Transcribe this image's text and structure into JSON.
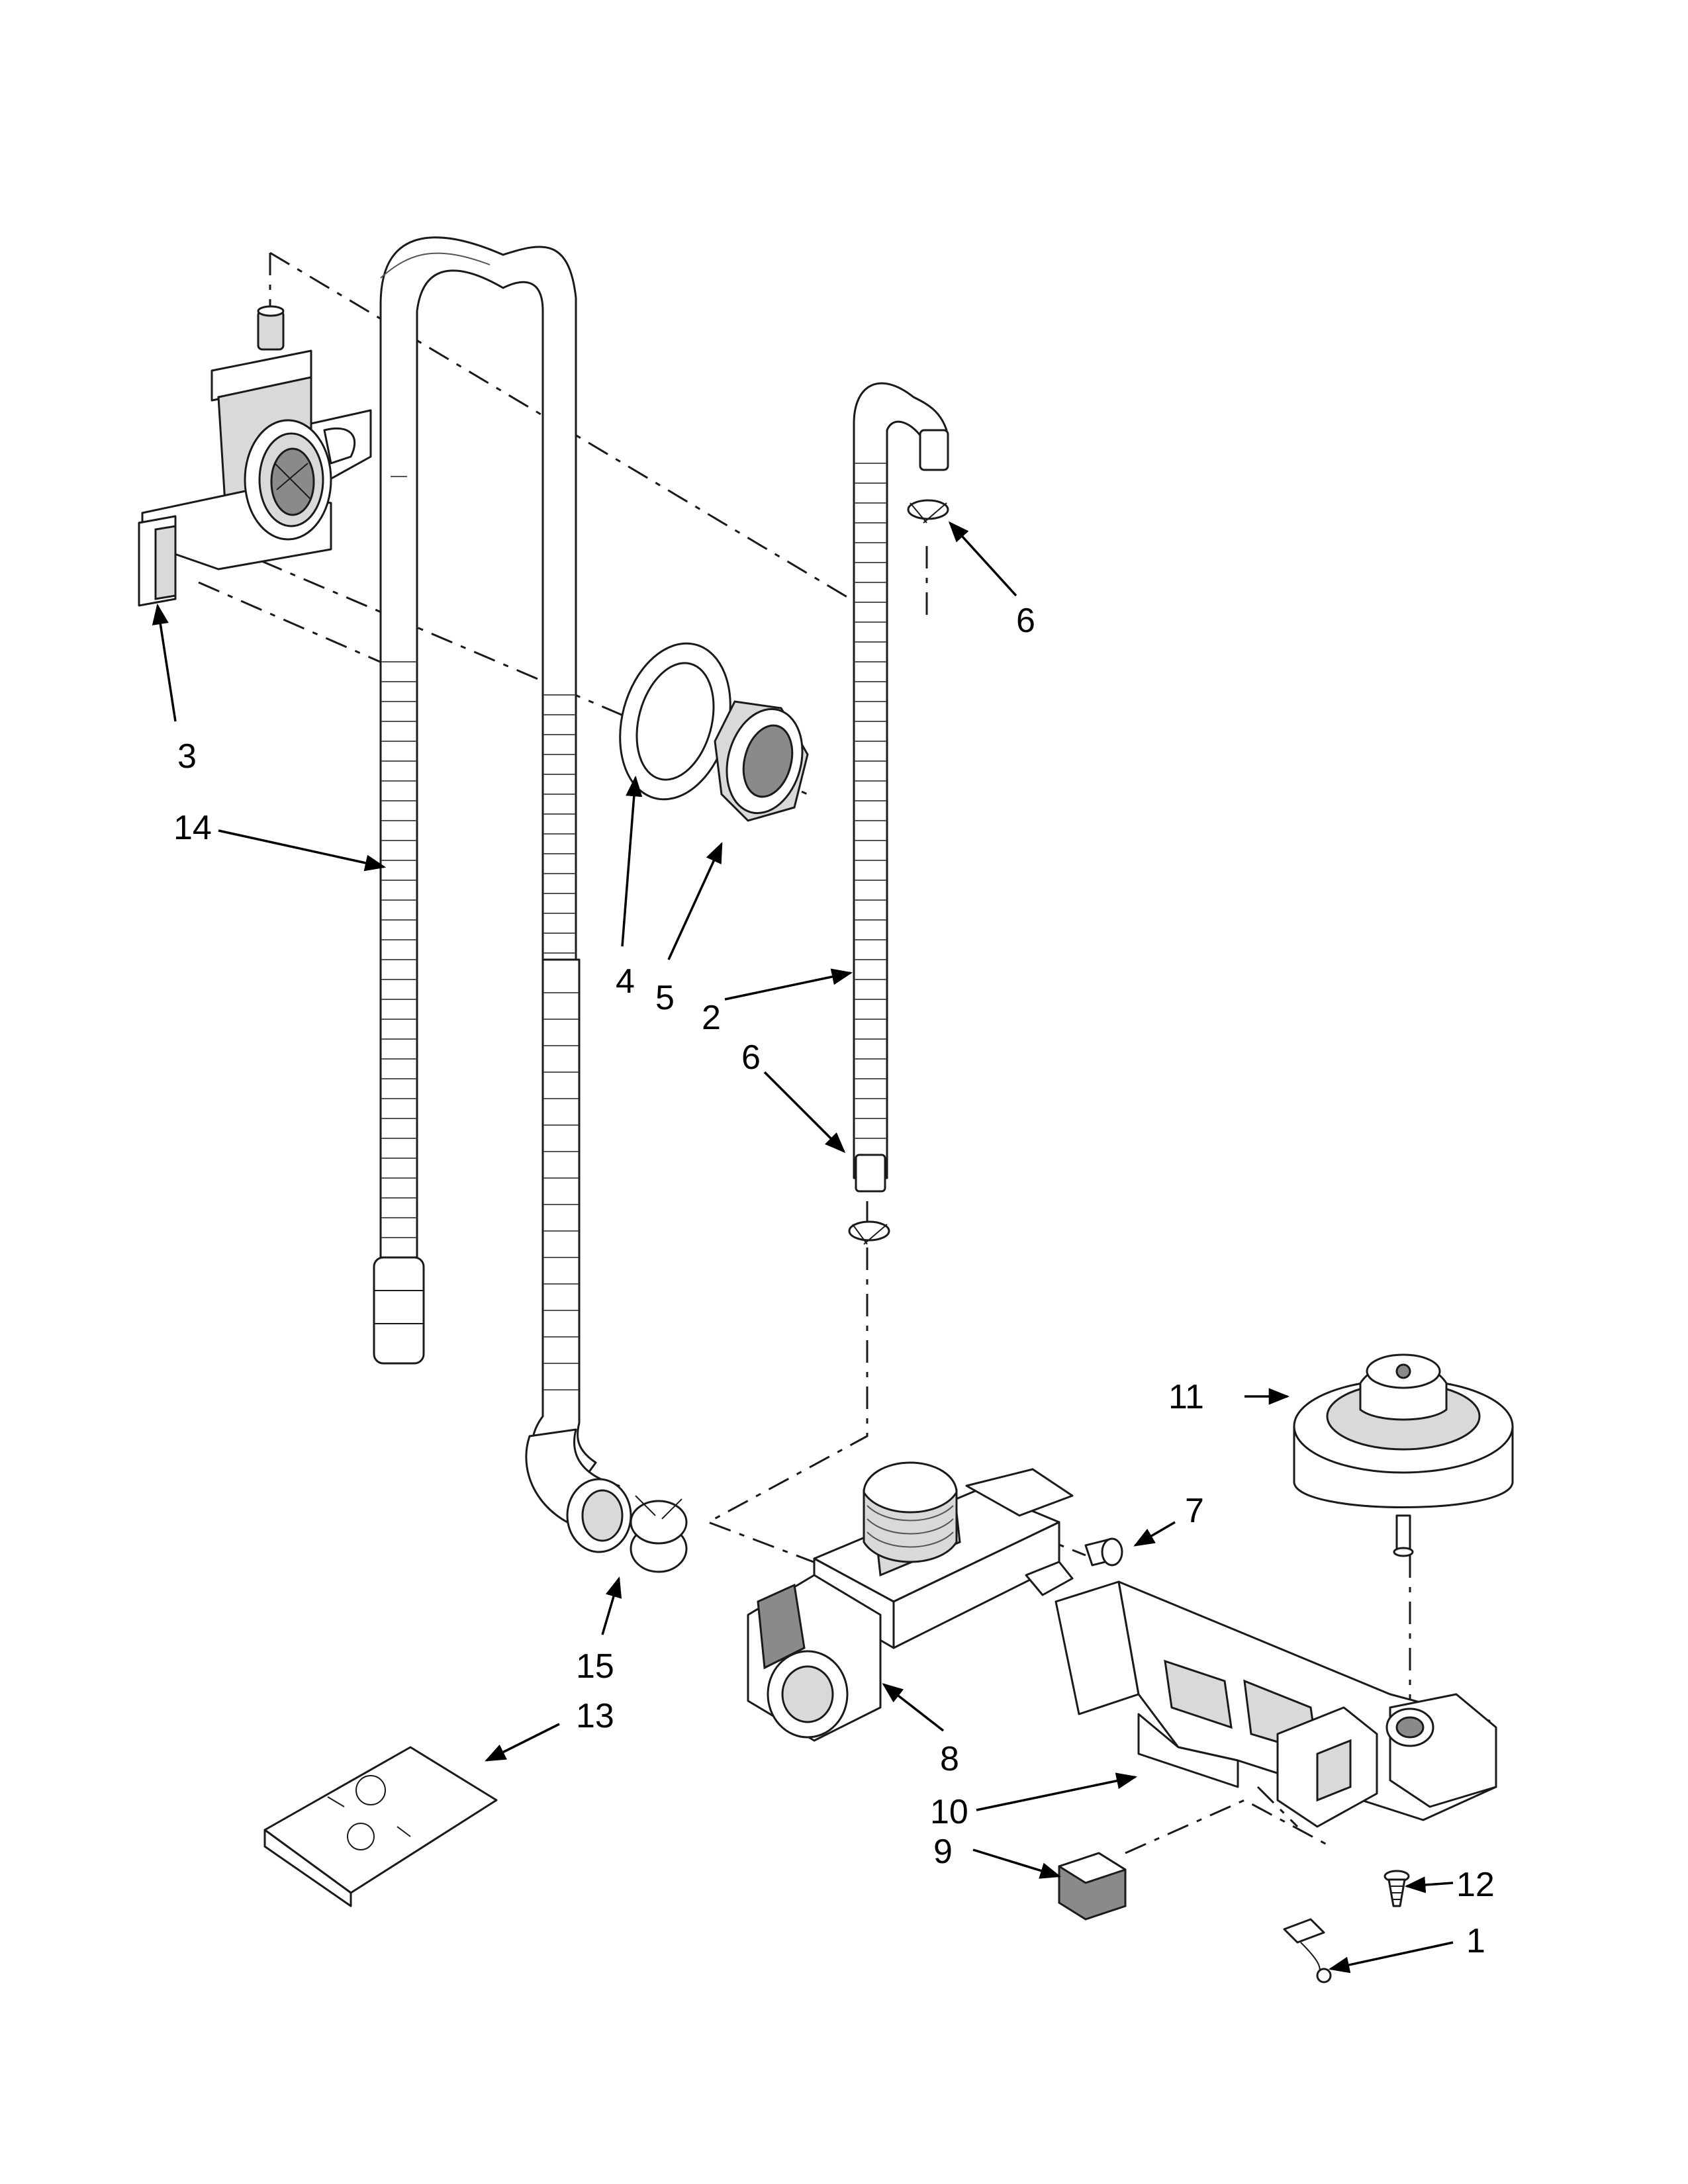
{
  "callouts": [
    {
      "id": "c1",
      "label": "1"
    },
    {
      "id": "c2",
      "label": "2"
    },
    {
      "id": "c3",
      "label": "3"
    },
    {
      "id": "c4",
      "label": "4"
    },
    {
      "id": "c5",
      "label": "5"
    },
    {
      "id": "c6a",
      "label": "6"
    },
    {
      "id": "c6b",
      "label": "6"
    },
    {
      "id": "c7",
      "label": "7"
    },
    {
      "id": "c8",
      "label": "8"
    },
    {
      "id": "c9",
      "label": "9"
    },
    {
      "id": "c10",
      "label": "10"
    },
    {
      "id": "c11",
      "label": "11"
    },
    {
      "id": "c12",
      "label": "12"
    },
    {
      "id": "c13",
      "label": "13"
    },
    {
      "id": "c14",
      "label": "14"
    },
    {
      "id": "c15",
      "label": "15"
    }
  ],
  "colors": {
    "line": "#1a1a1a",
    "fill": "#ffffff",
    "shade": "#d9d9d9"
  }
}
